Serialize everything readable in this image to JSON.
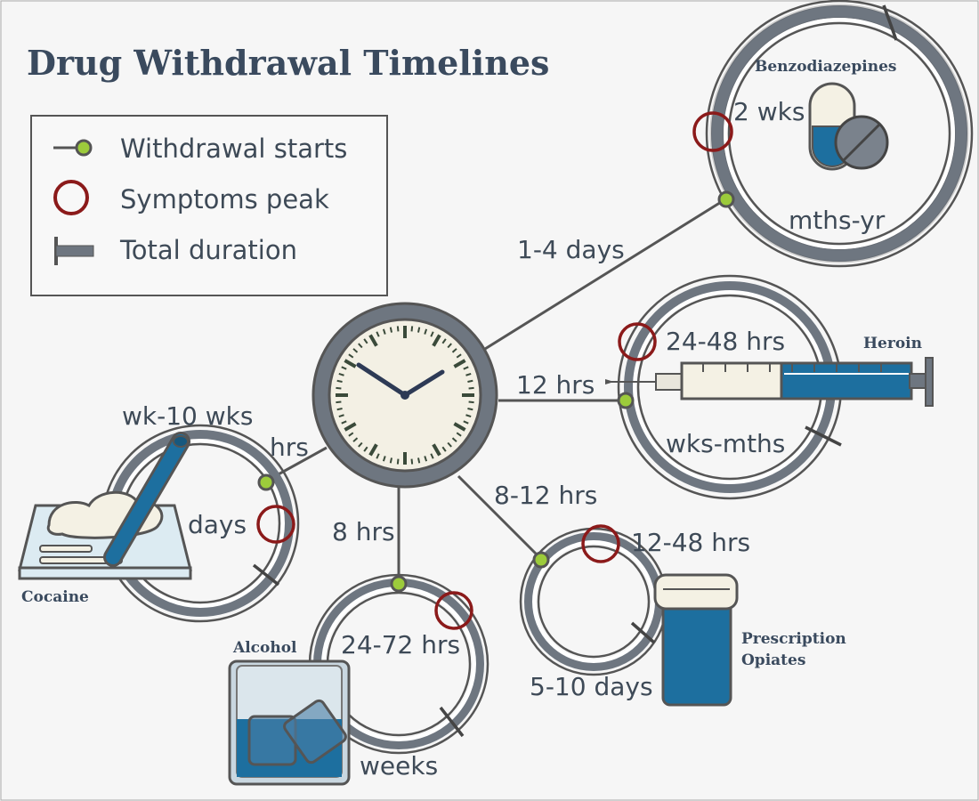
{
  "title": "Drug Withdrawal Timelines",
  "legend": {
    "starts": "Withdrawal starts",
    "peak": "Symptoms peak",
    "duration": "Total duration"
  },
  "colors": {
    "ring": "#6e7680",
    "line": "#555555",
    "start_dot": "#9ccb3b",
    "peak_ring": "#8b1a1a",
    "accent_blue": "#1d6f9f",
    "title": "#3a4a5e"
  },
  "drugs": {
    "benzodiazepines": {
      "name": "Benzodiazepines",
      "onset": "1-4 days",
      "peak": "2 wks",
      "duration": "mths-yr",
      "icon": "pill-capsule-icon"
    },
    "heroin": {
      "name": "Heroin",
      "onset": "12 hrs",
      "peak": "24-48 hrs",
      "duration": "wks-mths",
      "icon": "syringe-icon"
    },
    "cocaine": {
      "name": "Cocaine",
      "onset": "hrs",
      "peak": "days",
      "duration": "wk-10 wks",
      "icon": "powder-tray-icon"
    },
    "alcohol": {
      "name": "Alcohol",
      "onset": "8 hrs",
      "peak": "24-72 hrs",
      "duration": "weeks",
      "icon": "whiskey-glass-icon"
    },
    "opiates": {
      "name_line1": "Prescription",
      "name_line2": "Opiates",
      "onset": "8-12 hrs",
      "peak": "12-48 hrs",
      "duration": "5-10 days",
      "icon": "pill-bottle-icon"
    }
  }
}
